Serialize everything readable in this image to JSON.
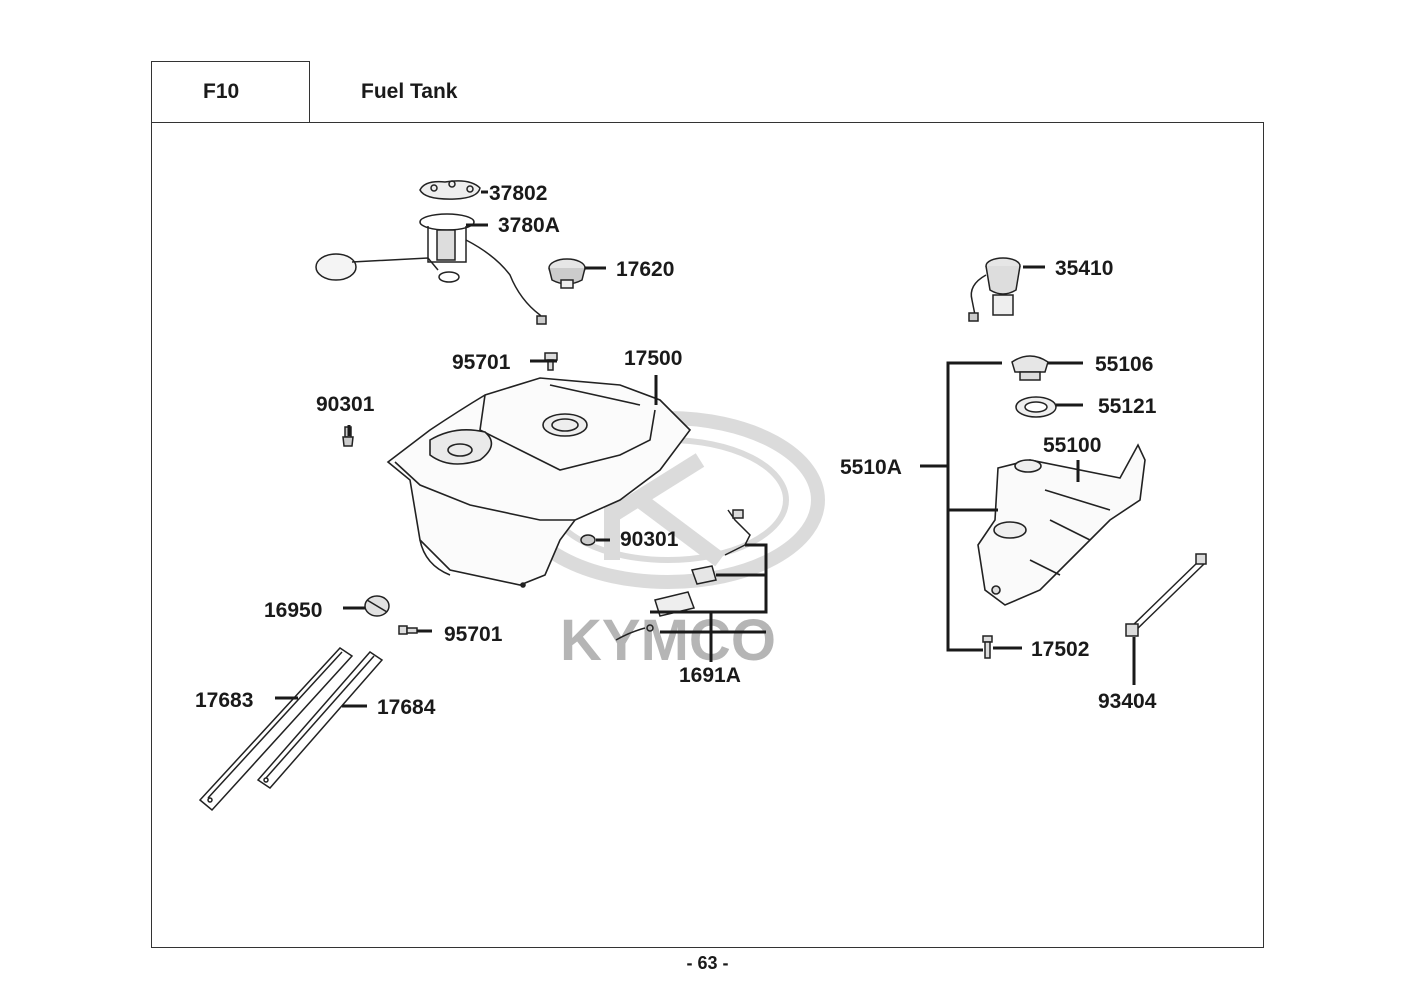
{
  "header": {
    "code": "F10",
    "title": "Fuel Tank"
  },
  "watermark": {
    "brand": "KYMCO"
  },
  "parts": {
    "p37802": "37802",
    "p3780A": "3780A",
    "p17620": "17620",
    "p35410": "35410",
    "p95701a": "95701",
    "p17500": "17500",
    "p90301a": "90301",
    "p55106": "55106",
    "p55121": "55121",
    "p55100": "55100",
    "p5510A": "5510A",
    "p90301b": "90301",
    "p16950": "16950",
    "p95701b": "95701",
    "p1691A": "1691A",
    "p17683": "17683",
    "p17684": "17684",
    "p17502": "17502",
    "p93404": "93404"
  },
  "footer": {
    "page": "- 63 -"
  }
}
